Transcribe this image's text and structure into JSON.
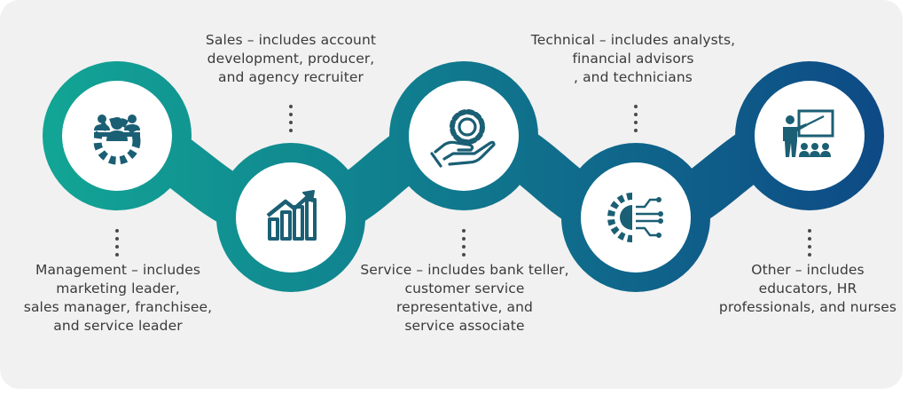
{
  "colors": {
    "background": "#f1f1f1",
    "icon": "#1b5f74",
    "text": "#3a3a3a",
    "gradient_start": "#12a795",
    "gradient_end": "#0e4a86"
  },
  "steps": [
    {
      "icon": "management-team-gear-icon",
      "lines": [
        "Management – includes",
        "marketing leader,",
        "sales manager, franchisee,",
        "and service leader"
      ]
    },
    {
      "icon": "growth-bar-chart-icon",
      "lines": [
        "Sales – includes account",
        "development, producer,",
        "and agency recruiter"
      ]
    },
    {
      "icon": "hand-gear-icon",
      "lines": [
        "Service – includes bank teller,",
        "customer service",
        "representative, and",
        "service associate"
      ]
    },
    {
      "icon": "tech-circuit-gear-icon",
      "lines": [
        "Technical – includes analysts,",
        "financial advisors",
        ", and technicians"
      ]
    },
    {
      "icon": "presentation-teacher-icon",
      "lines": [
        "Other – includes",
        "educators, HR",
        "professionals, and nurses"
      ]
    }
  ]
}
